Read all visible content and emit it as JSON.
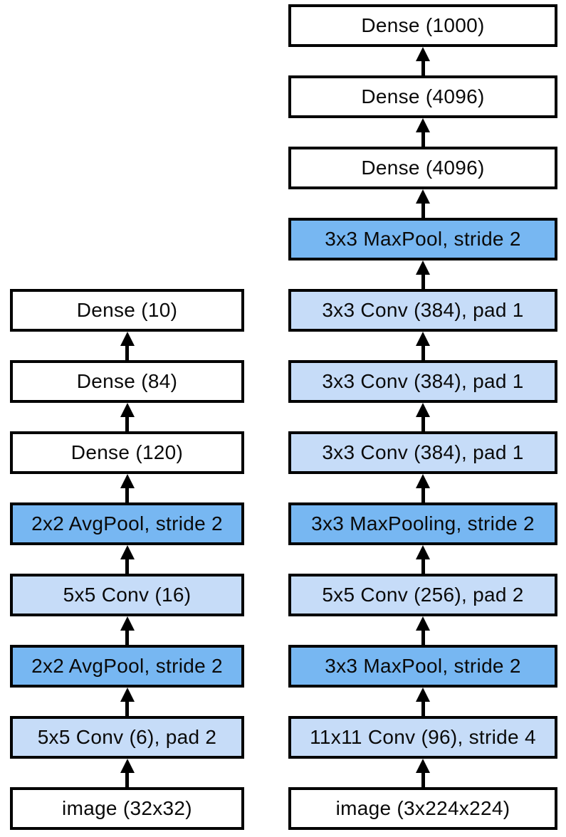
{
  "diagram": {
    "colors": {
      "input": "#ffffff",
      "dense": "#ffffff",
      "conv": "#c6dcf8",
      "pool": "#77b7f2",
      "border": "#000000",
      "arrow": "#000000"
    },
    "columns": [
      {
        "name": "lenet",
        "layers": [
          {
            "label": "Dense (10)",
            "type": "dense"
          },
          {
            "label": "Dense (84)",
            "type": "dense"
          },
          {
            "label": "Dense (120)",
            "type": "dense"
          },
          {
            "label": "2x2 AvgPool, stride 2",
            "type": "pool"
          },
          {
            "label": "5x5 Conv (16)",
            "type": "conv"
          },
          {
            "label": "2x2 AvgPool, stride 2",
            "type": "pool"
          },
          {
            "label": "5x5 Conv (6), pad 2",
            "type": "conv"
          },
          {
            "label": "image (32x32)",
            "type": "input"
          }
        ]
      },
      {
        "name": "alexnet",
        "layers": [
          {
            "label": "Dense (1000)",
            "type": "dense"
          },
          {
            "label": "Dense (4096)",
            "type": "dense"
          },
          {
            "label": "Dense (4096)",
            "type": "dense"
          },
          {
            "label": "3x3 MaxPool, stride 2",
            "type": "pool"
          },
          {
            "label": "3x3 Conv (384), pad 1",
            "type": "conv"
          },
          {
            "label": "3x3 Conv (384), pad 1",
            "type": "conv"
          },
          {
            "label": "3x3 Conv (384), pad 1",
            "type": "conv"
          },
          {
            "label": "3x3 MaxPooling, stride 2",
            "type": "pool"
          },
          {
            "label": "5x5 Conv (256), pad 2",
            "type": "conv"
          },
          {
            "label": "3x3 MaxPool, stride 2",
            "type": "pool"
          },
          {
            "label": "11x11 Conv (96), stride 4",
            "type": "conv"
          },
          {
            "label": "image (3x224x224)",
            "type": "input"
          }
        ]
      }
    ]
  }
}
